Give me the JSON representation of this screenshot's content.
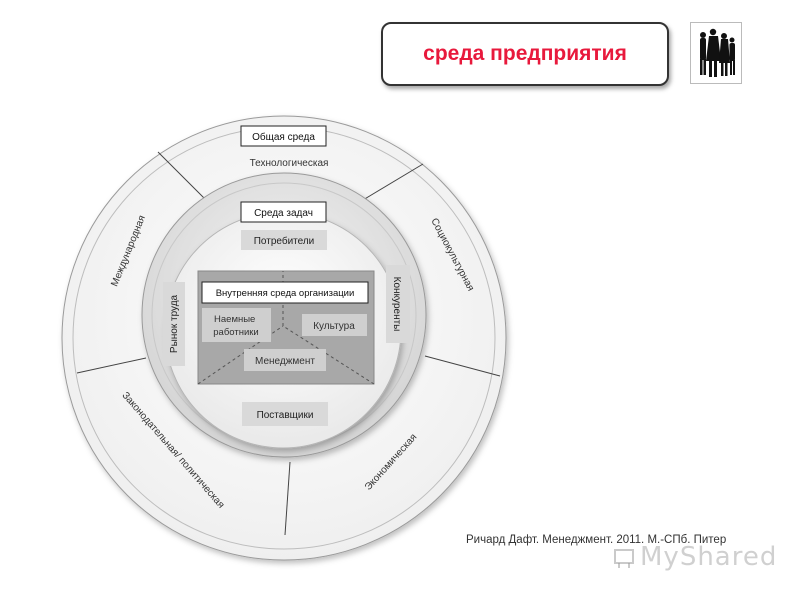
{
  "header": {
    "title": "среда предприятия"
  },
  "logo": {
    "icon": "silhouettes-logo-icon"
  },
  "outer_ring": {
    "top_box": "Общая среда",
    "sectors": {
      "technological": "Технологическая",
      "international": "Международная",
      "sociocultural": "Социокультурная",
      "legal_political": "Законодательная/ политическая",
      "economic": "Экономическая"
    }
  },
  "middle_ring": {
    "top_box": "Среда задач",
    "consumers": "Потребители",
    "labor_market": "Рынок труда",
    "competitors": "Конкуренты",
    "suppliers": "Поставщики"
  },
  "inner": {
    "title": "Внутренняя среда организации",
    "employees": "Наемные работники",
    "culture": "Культура",
    "management": "Менеджмент"
  },
  "footer": {
    "citation": "Ричард Дафт. Менеджмент. 2011. М.-СПб. Питер",
    "watermark": "MyShared"
  },
  "colors": {
    "title_red": "#e8193c",
    "outer_ring": "#f3f3f3",
    "middle_ring": "#dddddd",
    "inner_square": "#a8a8a8"
  }
}
